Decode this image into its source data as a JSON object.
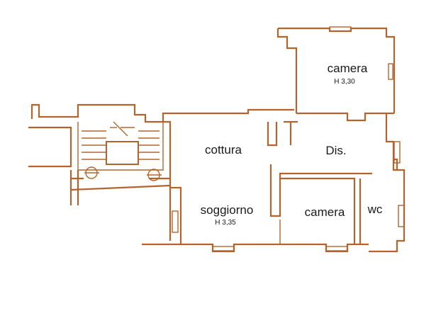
{
  "rooms": [
    {
      "id": "camera-top",
      "name": "camera",
      "height": "H 3,30"
    },
    {
      "id": "dis",
      "name": "Dis."
    },
    {
      "id": "cottura",
      "name": "cottura"
    },
    {
      "id": "soggiorno",
      "name": "soggiorno",
      "height": "H 3,35"
    },
    {
      "id": "camera-bottom",
      "name": "camera"
    },
    {
      "id": "wc",
      "name": "wc"
    }
  ],
  "colors": {
    "wall": "#b5632d",
    "background": "#ffffff",
    "text": "#1a1a1a"
  }
}
